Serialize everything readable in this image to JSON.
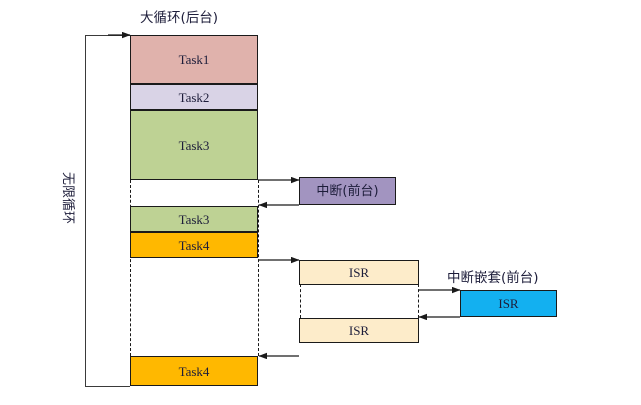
{
  "diagram": {
    "title_top": "大循环(后台)",
    "label_loop": "无限循环",
    "label_interrupt": "中断(前台)",
    "label_nested": "中断嵌套(前台)",
    "blocks": {
      "task1": "Task1",
      "task2": "Task2",
      "task3a": "Task3",
      "task3b": "Task3",
      "task4a": "Task4",
      "task4b": "Task4",
      "isr1": "ISR",
      "isr2": "ISR",
      "isr_nested": "ISR"
    },
    "colors": {
      "task1": "#e0b2ac",
      "task2": "#d9d3e6",
      "task3": "#bed294",
      "task4": "#ffb800",
      "interrupt": "#a294c0",
      "isr": "#fdecca",
      "isr_nested": "#13b0f0",
      "stroke": "#1a1a1a",
      "text": "#1d1d3a"
    }
  }
}
